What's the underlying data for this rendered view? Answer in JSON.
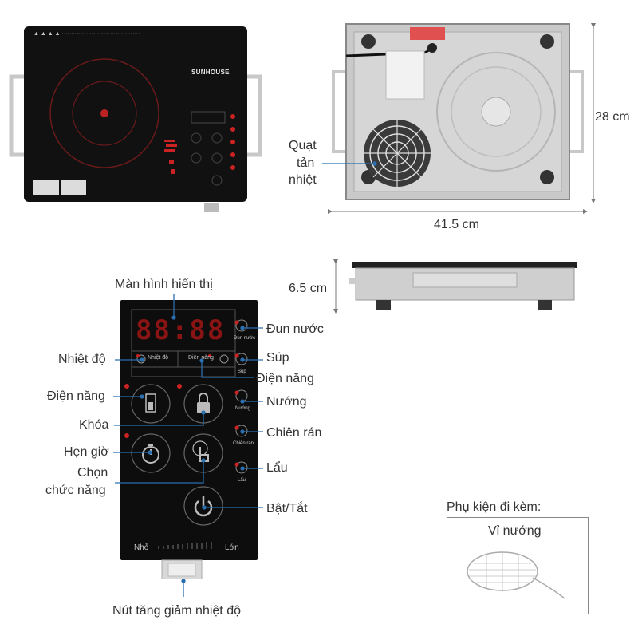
{
  "top_view": {
    "brand": "SUNHOUSE"
  },
  "bottom_view": {
    "fan_label_lines": [
      "Quạt",
      "tản",
      "nhiệt"
    ]
  },
  "dimensions": {
    "height": "28 cm",
    "width": "41.5 cm",
    "thickness": "6.5 cm"
  },
  "panel": {
    "display_title": "Màn hình hiển thị",
    "display_digits": "88:88",
    "temp_small": "Nhiệt độ",
    "power_small": "Điện năng",
    "mode_small": {
      "boil": "Đun nước",
      "soup": "Súp",
      "grill": "Nướng",
      "fry": "Chiên rán",
      "hotpot": "Lẩu"
    },
    "slider_low": "Nhỏ",
    "slider_high": "Lớn"
  },
  "callouts_left": {
    "temperature": "Nhiệt độ",
    "power": "Điện năng",
    "lock": "Khóa",
    "timer": "Hẹn giờ",
    "select_line1": "Chọn",
    "select_line2": "chức năng"
  },
  "callouts_right": {
    "boil": "Đun nước",
    "soup": "Súp",
    "power": "Điện năng",
    "grill": "Nướng",
    "fry": "Chiên rán",
    "hotpot": "Lẩu",
    "onoff": "Bật/Tắt"
  },
  "knob_label": "Nút tăng giảm nhiệt độ",
  "accessory": {
    "heading": "Phụ kiện đi kèm:",
    "name": "Vỉ nướng"
  }
}
